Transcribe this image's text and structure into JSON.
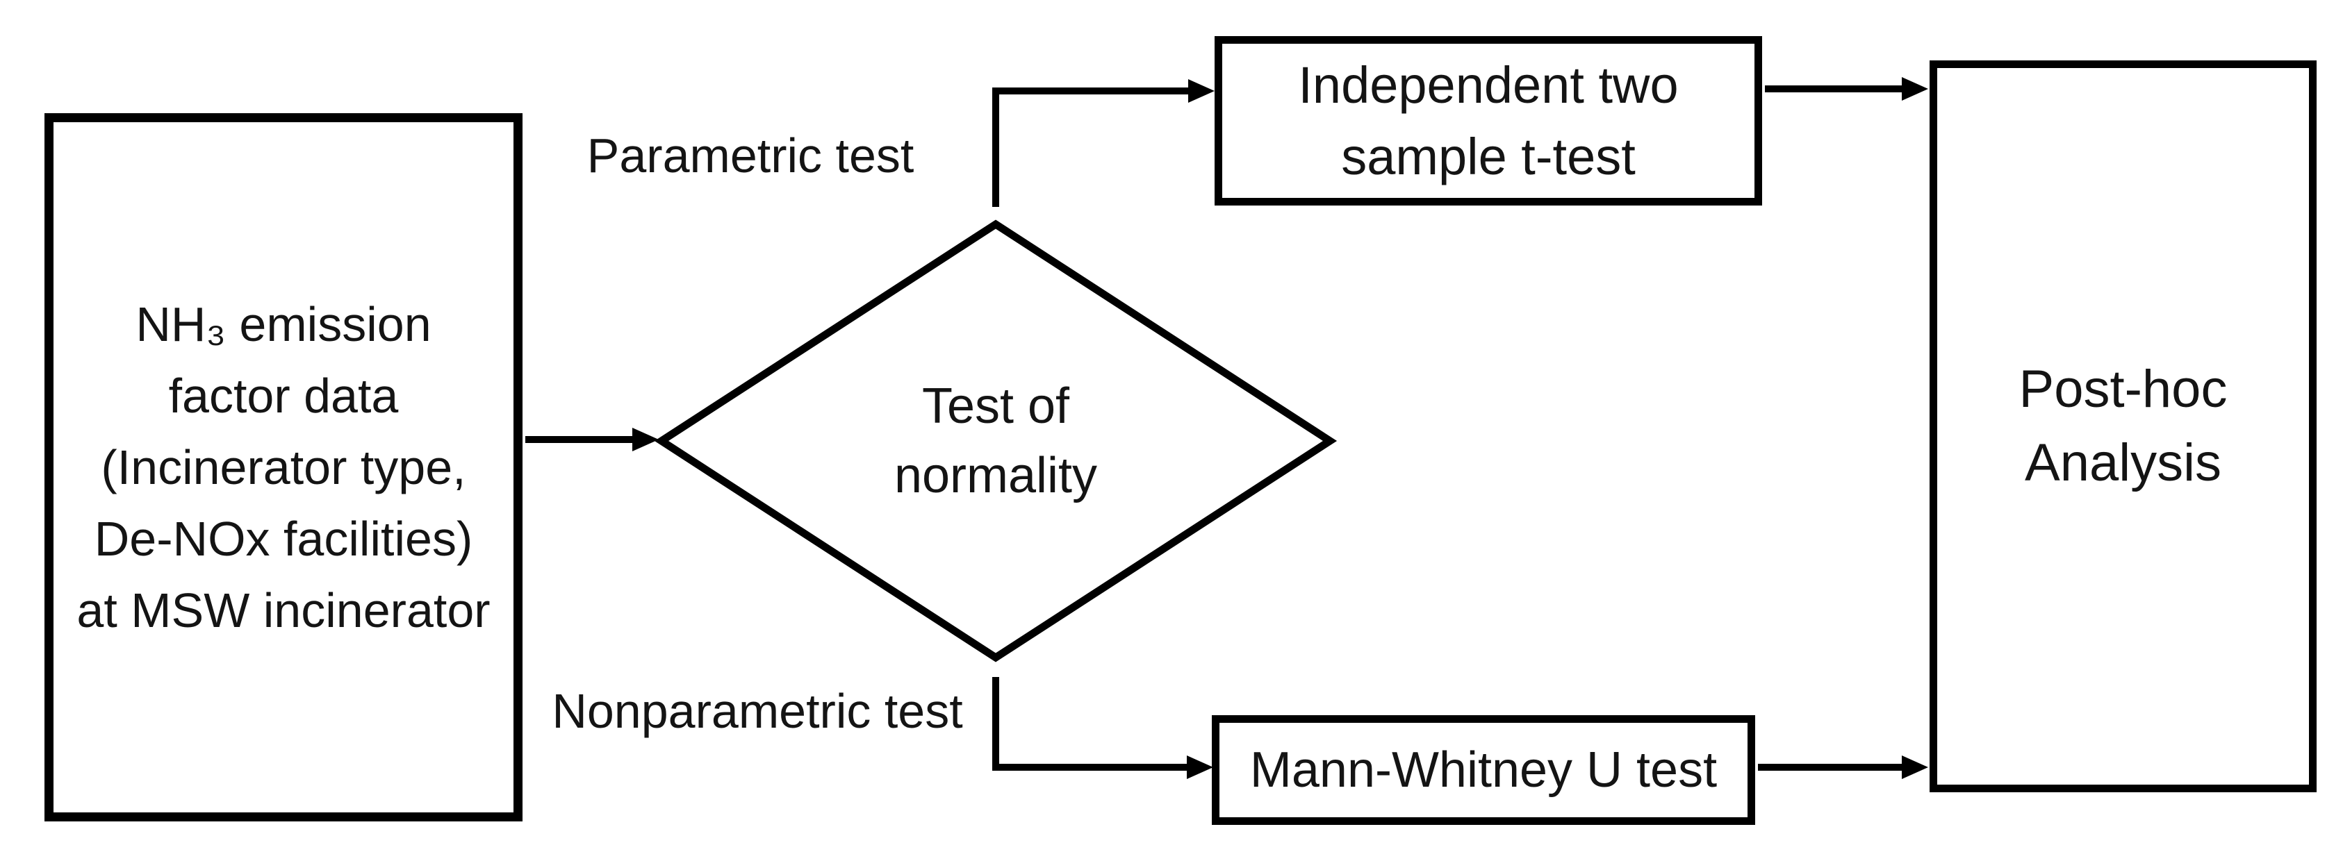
{
  "page": {
    "background": "#ffffff"
  },
  "diagram": {
    "type": "flowchart",
    "colors": {
      "stroke": "#000000",
      "text": "#141414",
      "node_fill": "#ffffff"
    },
    "nodes": {
      "source": {
        "shape": "rectangle",
        "lines": [
          "NH₃ emission",
          "factor data",
          "(Incinerator type,",
          "De-NOx facilities)",
          "at MSW incinerator"
        ]
      },
      "normality": {
        "shape": "diamond",
        "lines": [
          "Test of",
          "normality"
        ]
      },
      "t_test": {
        "shape": "rectangle",
        "lines": [
          "Independent two",
          "sample t-test"
        ]
      },
      "mann_whitney": {
        "shape": "rectangle",
        "lines": [
          "Mann-Whitney U test"
        ]
      },
      "post_hoc": {
        "shape": "rectangle",
        "lines": [
          "Post-hoc",
          "Analysis"
        ]
      }
    },
    "edges": [
      {
        "from": "source",
        "to": "normality",
        "label": ""
      },
      {
        "from": "normality",
        "to": "t_test",
        "label": "Parametric test"
      },
      {
        "from": "normality",
        "to": "mann_whitney",
        "label": "Nonparametric test"
      },
      {
        "from": "t_test",
        "to": "post_hoc",
        "label": ""
      },
      {
        "from": "mann_whitney",
        "to": "post_hoc",
        "label": ""
      }
    ]
  }
}
